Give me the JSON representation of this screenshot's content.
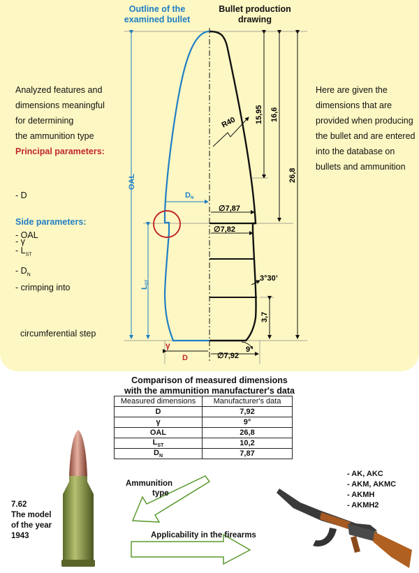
{
  "headers": {
    "outline": "Outline of the examined bullet",
    "drawing": "Bullet production drawing"
  },
  "left": {
    "intro": [
      "Analyzed features and",
      "dimensions meaningful",
      "for determining",
      "the ammunition type"
    ],
    "principal_title": "Principal parameters:",
    "principal": [
      "- D",
      "- γ",
      "- crimping into",
      "  circumferential step"
    ],
    "side_title": "Side parameters:",
    "side_oal": "- OAL",
    "side_lst_base": "- L",
    "side_lst_sub": "ST",
    "side_dn_base": "- D",
    "side_dn_sub": "N"
  },
  "right": {
    "text": [
      "Here are given the",
      "dimensions that are",
      "provided when producing",
      "the bullet and are entered",
      "into the database on",
      "bullets and ammunition"
    ]
  },
  "drawing_labels": {
    "oal": "OAL",
    "lst_base": "L",
    "lst_sub": "ST",
    "dn_base": "D",
    "dn_sub": "N",
    "d": "D",
    "gamma": "γ",
    "r40": "R40",
    "d787": "∅7,87",
    "d782": "∅7,82",
    "d792": "∅7,92",
    "angle330": "3°30’",
    "angle9": "9°",
    "dim1595": "15,95",
    "dim166": "16,6",
    "dim268": "26,8",
    "dim37": "3,7"
  },
  "comparison": {
    "title_line1": "Comparison of measured dimensions",
    "title_line2": "with the ammunition manufacturer's data",
    "col1": "Measured dimensions",
    "col2": "Manufacturer's data",
    "rows": [
      {
        "name": "D",
        "sub": "",
        "value": "7,92"
      },
      {
        "name": "γ",
        "sub": "",
        "value": "9°"
      },
      {
        "name": "OAL",
        "sub": "",
        "value": "26,8"
      },
      {
        "name": "L",
        "sub": "ST",
        "value": "10,2"
      },
      {
        "name": "D",
        "sub": "N",
        "value": "7,87"
      }
    ]
  },
  "bottom": {
    "ammo_type_line1": "Ammunition",
    "ammo_type_line2": "type",
    "model": [
      "7.62",
      "The model",
      "of the year",
      "1943"
    ],
    "applicability": "Applicability in the firearms",
    "weapons": [
      "- AK, AKC",
      "- AKM, AKMC",
      "- AKMH",
      "- AKMH2"
    ]
  },
  "colors": {
    "panel": "#fdf7c3",
    "outline_blue": "#1f7fc4",
    "accent_red": "#c0282d",
    "arrow_green": "#5a9a2e"
  }
}
